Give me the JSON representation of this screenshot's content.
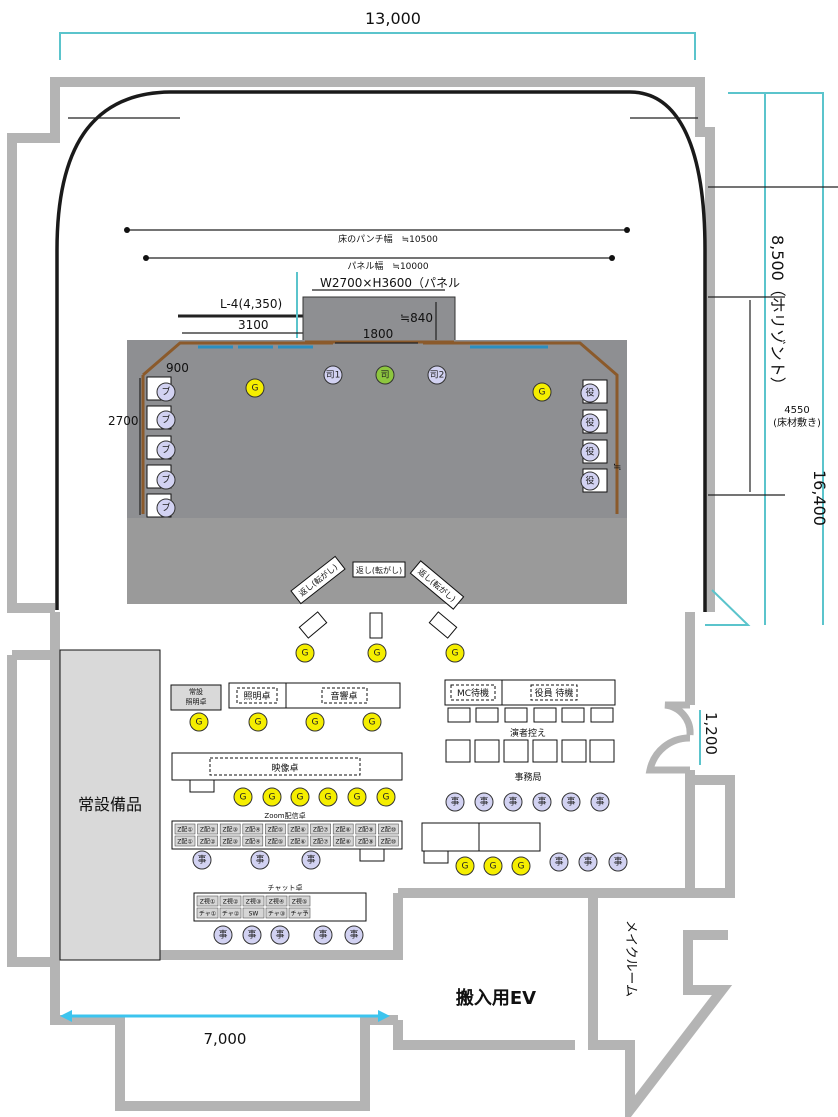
{
  "dimensions": {
    "total_width": "13,000",
    "floor_punch_width": "床のパンチ幅　≒10500",
    "panel_width": "パネル幅　≒10000",
    "panel_size": "W2700×H3600（パネル",
    "l4": "L-4(4,350)",
    "d3100": "3100",
    "d1800": "1800",
    "d840": "≒840",
    "d900": "900",
    "d2700": "2700",
    "horizont": "8,500（ホリゾント）",
    "floor_material_value": "4550",
    "floor_material_label": "(床材敷き)",
    "total_depth": "16,400",
    "door_width": "1,200",
    "corridor_width": "7,000",
    "approx_mark": "≒"
  },
  "stage": {
    "returns": [
      "返し(転がし)",
      "返し(転がし)",
      "返し(転がし)"
    ],
    "mc_seats": [
      "司1",
      "司",
      "司2"
    ],
    "left_seats": [
      "ブ",
      "ブ",
      "ブ",
      "ブ",
      "ブ"
    ],
    "right_seats": [
      "役",
      "役",
      "役",
      "役"
    ],
    "guard_label": "G"
  },
  "tables": {
    "fixed_lighting": [
      "常設",
      "照明卓"
    ],
    "lighting": "照明卓",
    "sound": "音響卓",
    "mc_waiting": "MC待機",
    "officer_waiting": "役員 待機",
    "performer_waiting": "演者控え",
    "secretariat": "事務局",
    "video": "映像卓",
    "zoom_label": "Zoom配信卓",
    "zoom_cells": [
      "Z配①",
      "Z配②",
      "Z配③",
      "Z配④",
      "Z配⑤",
      "Z配⑥",
      "Z配⑦",
      "Z配⑧",
      "Z配⑨",
      "Z配⑩"
    ],
    "chat_label": "チャット卓",
    "chat_cells_top": [
      "Z視①",
      "Z視②",
      "Z視③",
      "Z視④",
      "Z視⑤"
    ],
    "chat_cells_bottom": [
      "チャ①",
      "チャ②",
      "SW",
      "チャ③",
      "チャ予"
    ],
    "staff_label": "事"
  },
  "rooms": {
    "storage": "常設備品",
    "elevator": "搬入用EV",
    "makeup": "メイクルーム"
  },
  "colors": {
    "wall": "#b4b4b4",
    "dimension": "#5bc4cc",
    "stage": "#8e8f92",
    "guard": "#f5ee00",
    "mc": "#8dc63f",
    "staff": "#d2d2f2",
    "panel": "#8b5a2b",
    "screen": "#2a8fc0"
  }
}
